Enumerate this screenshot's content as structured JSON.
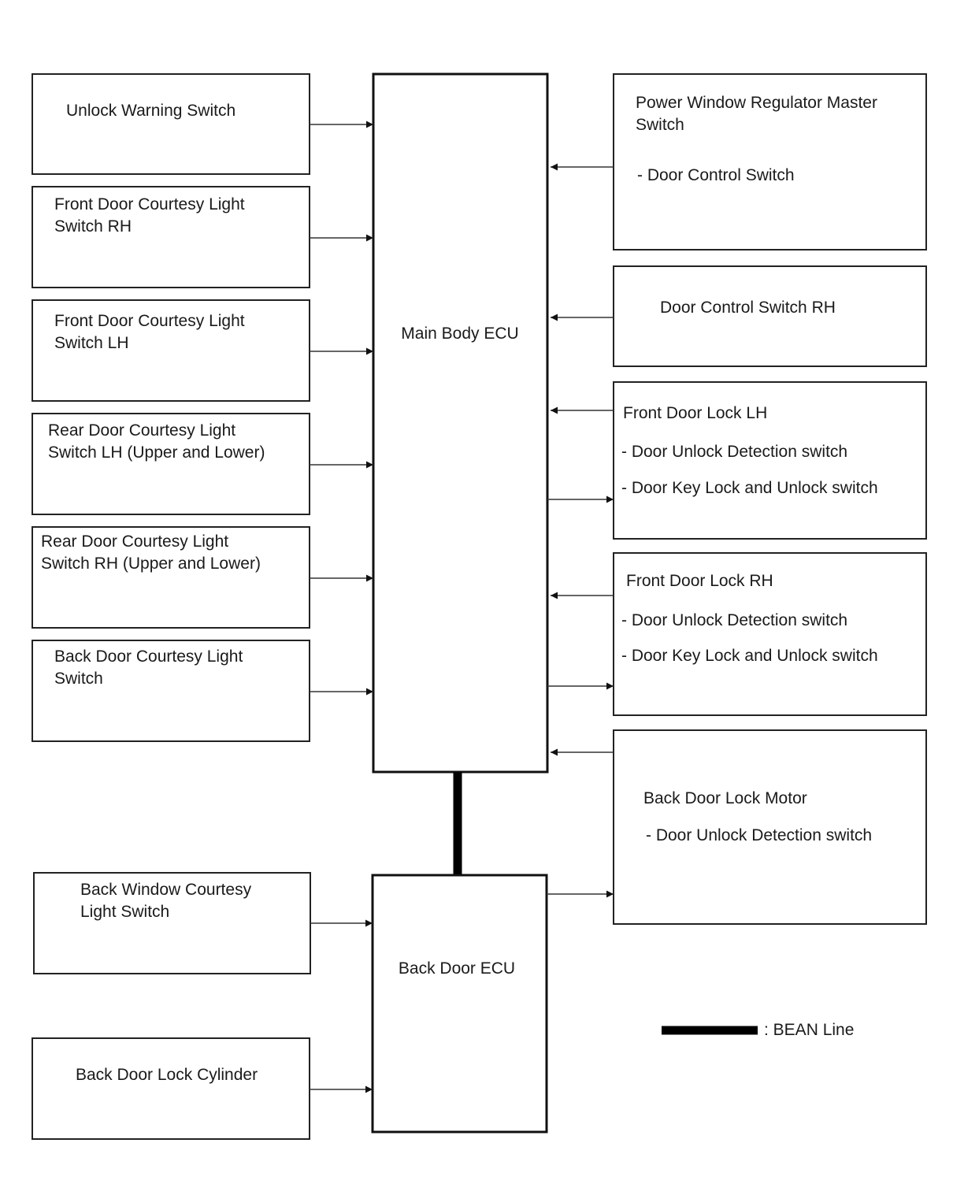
{
  "main_ecu": {
    "label": "Main Body ECU"
  },
  "back_ecu": {
    "label": "Back Door ECU"
  },
  "left_inputs": [
    {
      "lines": [
        "Unlock Warning Switch"
      ]
    },
    {
      "lines": [
        "Front Door Courtesy Light",
        "Switch RH"
      ]
    },
    {
      "lines": [
        "Front Door Courtesy Light",
        "Switch LH"
      ]
    },
    {
      "lines": [
        "Rear Door Courtesy Light",
        "Switch LH (Upper and Lower)"
      ]
    },
    {
      "lines": [
        "Rear Door Courtesy Light",
        "Switch RH (Upper and Lower)"
      ]
    },
    {
      "lines": [
        "Back Door Courtesy Light",
        "Switch"
      ]
    }
  ],
  "back_inputs": [
    {
      "lines": [
        "Back Window Courtesy",
        "Light Switch"
      ]
    },
    {
      "lines": [
        "Back Door Lock Cylinder"
      ]
    }
  ],
  "right_components": [
    {
      "lines": [
        "Power Window Regulator Master",
        "Switch",
        "- Door Control Switch"
      ]
    },
    {
      "lines": [
        "Door Control Switch RH"
      ]
    },
    {
      "lines": [
        "Front Door Lock LH",
        "- Door Unlock Detection switch",
        "- Door Key Lock and Unlock switch"
      ]
    },
    {
      "lines": [
        "Front Door Lock RH",
        "- Door Unlock Detection switch",
        "- Door Key Lock and Unlock switch"
      ]
    },
    {
      "lines": [
        "Back Door Lock Motor",
        "- Door Unlock Detection switch"
      ]
    }
  ],
  "legend": {
    "label": ": BEAN Line"
  }
}
